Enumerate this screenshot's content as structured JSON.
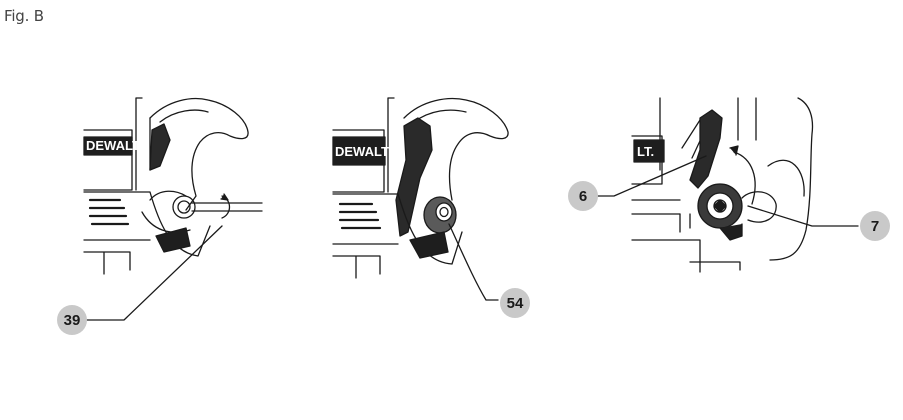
{
  "figure": {
    "title": "Fig. B"
  },
  "panels": [
    {
      "brand": "DEWALT",
      "callout": "39"
    },
    {
      "brand": "DEWALT",
      "callout": "54"
    },
    {
      "brand": "LT.",
      "callouts": [
        "6",
        "7"
      ]
    }
  ],
  "colors": {
    "callout_fill": "#c9c9c9",
    "line": "#1a1a1a",
    "dark": "#1e1e1e"
  }
}
